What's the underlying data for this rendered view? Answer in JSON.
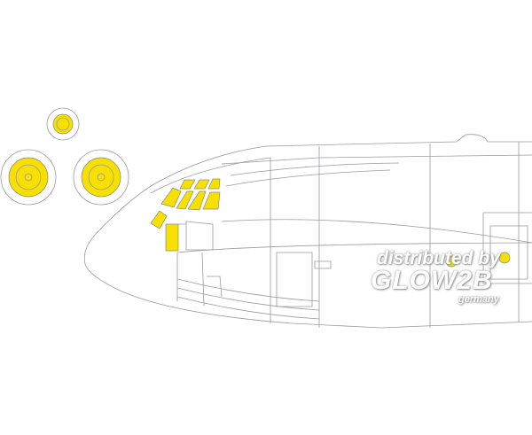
{
  "watermark": {
    "line1": "distributed by",
    "line2": "GLOW2B",
    "line3": "germany"
  },
  "colors": {
    "mask": "#f7e000",
    "outline": "#9a9aa0"
  }
}
